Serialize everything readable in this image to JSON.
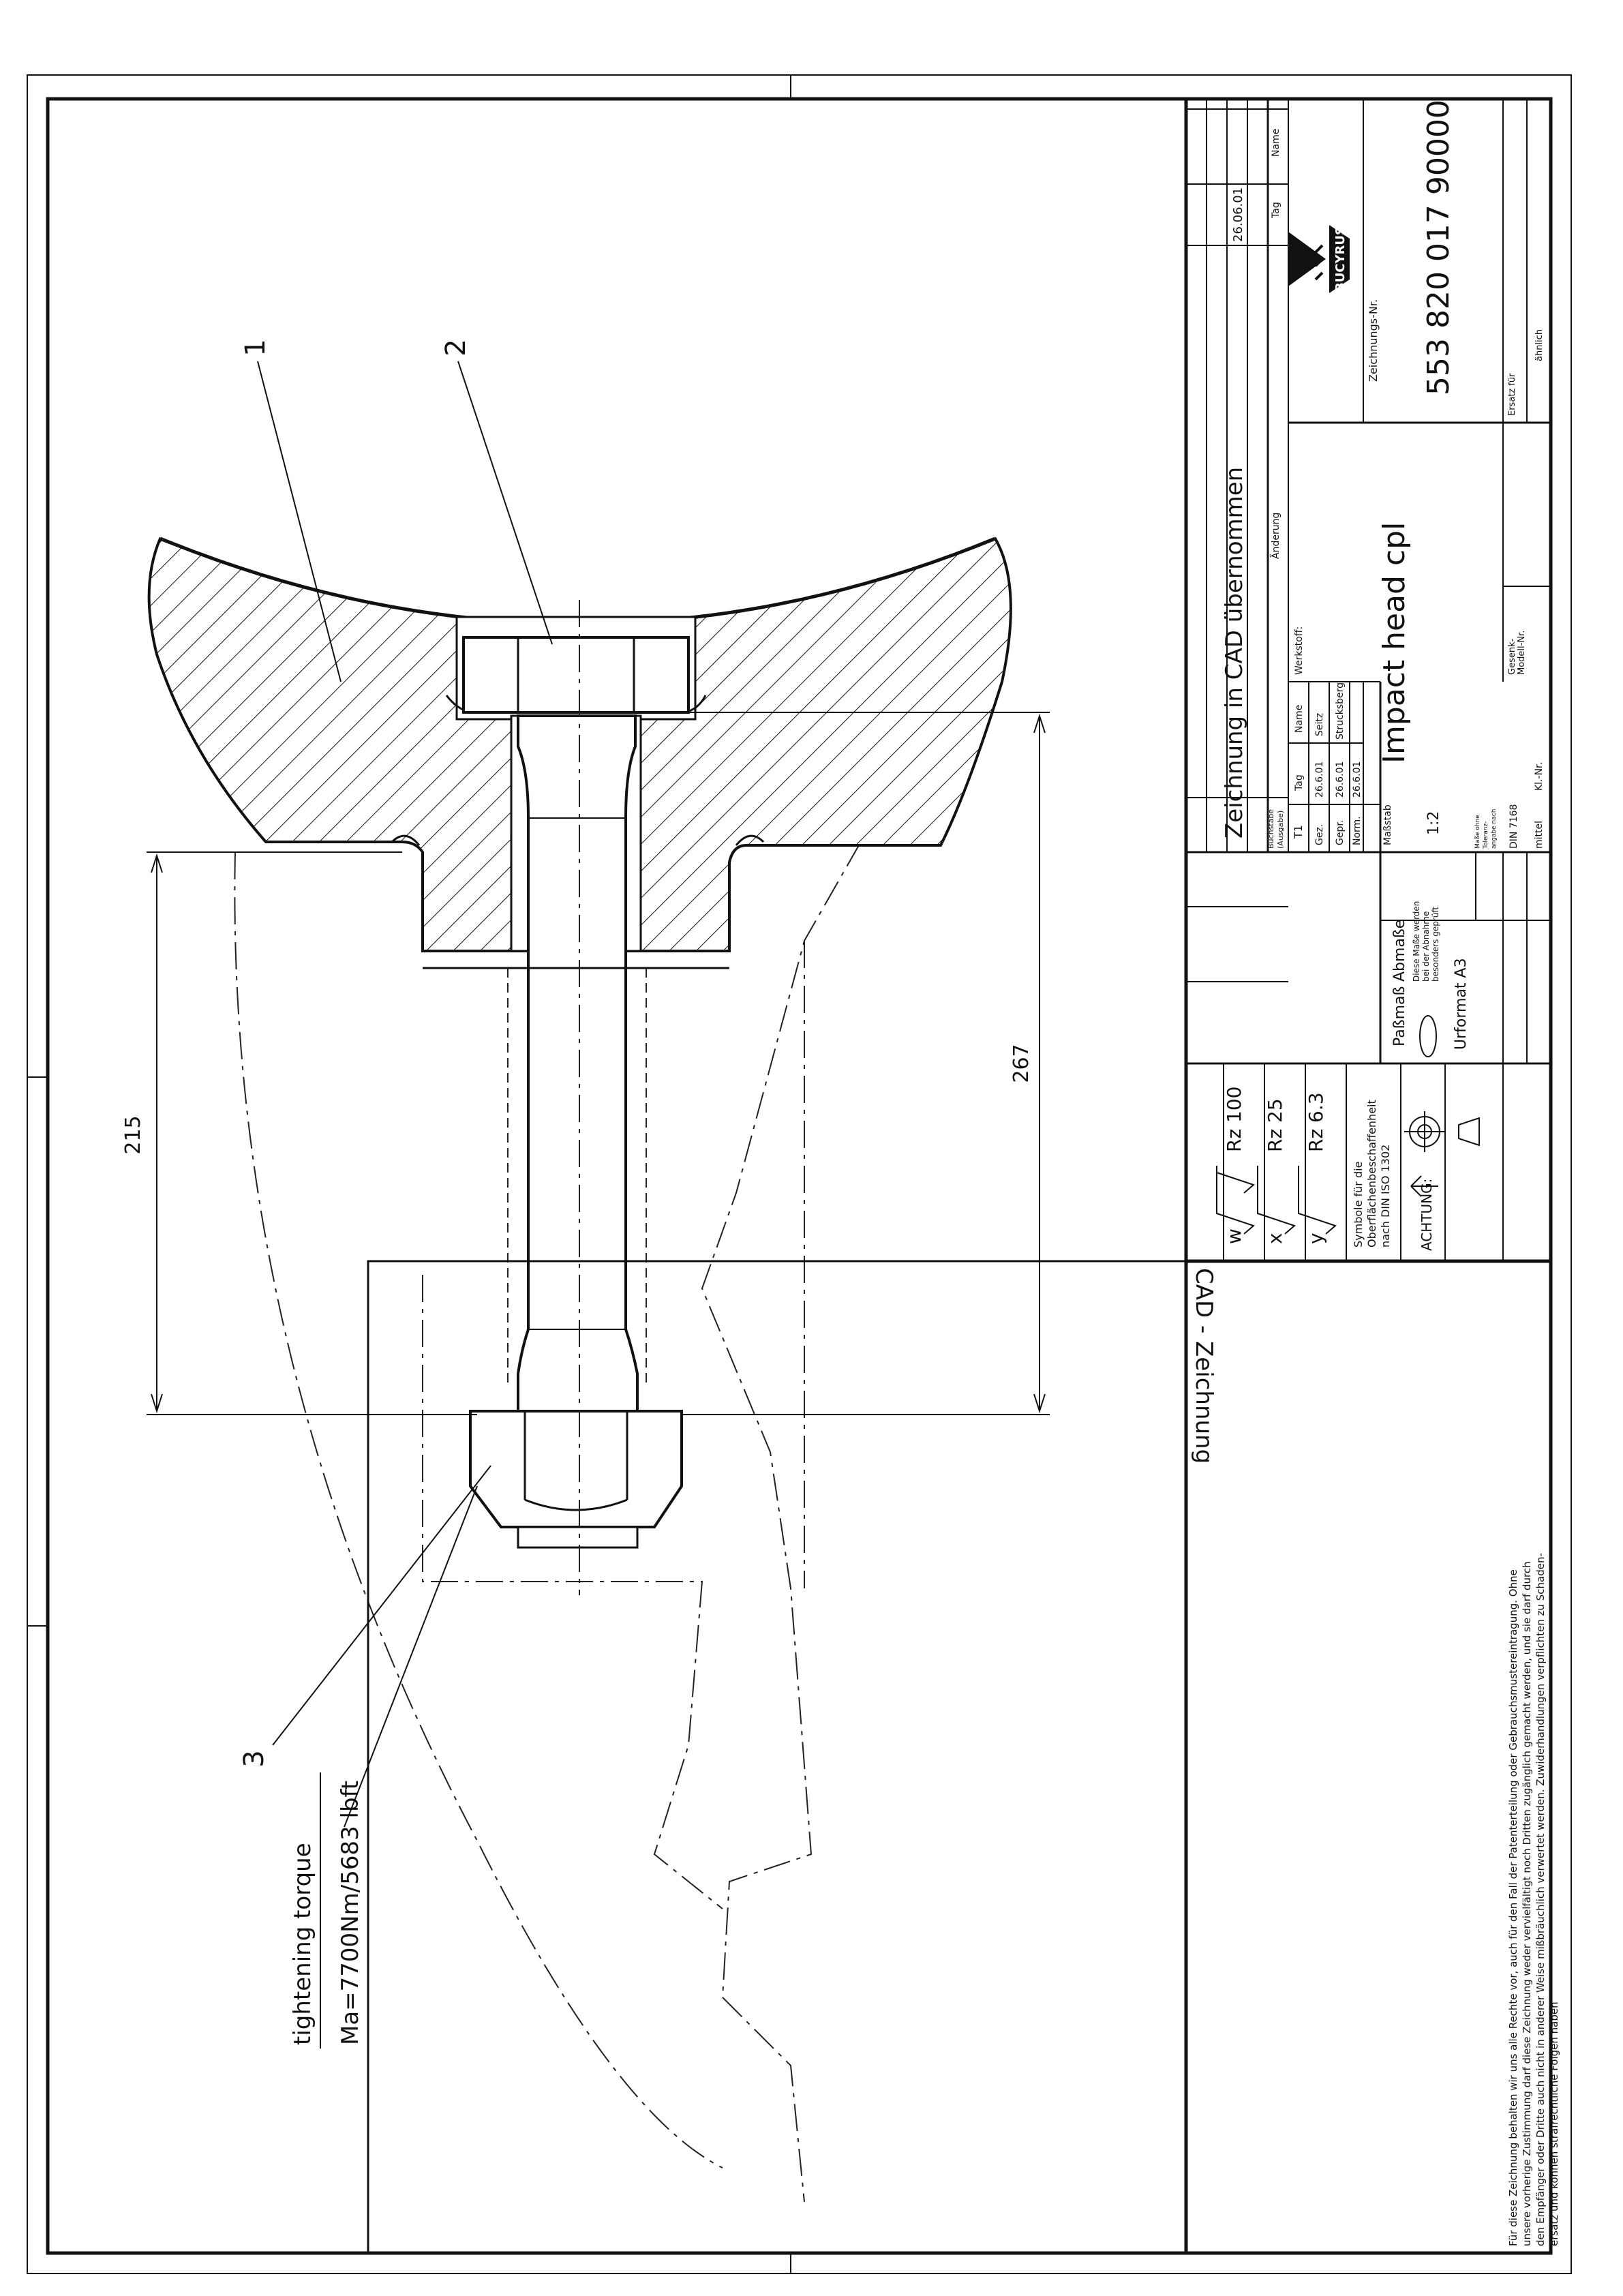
{
  "balloons": [
    "1",
    "2",
    "3"
  ],
  "dimensions": {
    "d215": "215",
    "d267": "267"
  },
  "torque": {
    "title": "tightening torque",
    "value": "Ma=7700Nm/5683 lbft"
  },
  "disclaimer": [
    "Für diese Zeichnung behalten wir uns alle Rechte vor, auch für den Fall der Patenterteilung oder Gebrauchsmustereintragung. Ohne",
    "unsere vorherige Zustimmung darf diese Zeichnung weder vervielfältigt noch Dritten zugänglich gemacht werden, und sie darf durch",
    "den Empfänger oder Dritte auch nicht in anderer Weise mißbräuchlich verwertet werden. Zuwiderhandlungen verpflichten zu Schaden-",
    "ersatz und können strafrechtliche Folgen haben"
  ],
  "cad_label": "CAD - Zeichnung",
  "surface": {
    "rows": [
      {
        "letter": "w",
        "value": "Rz 100"
      },
      {
        "letter": "x",
        "value": "Rz 25"
      },
      {
        "letter": "y",
        "value": "Rz 6.3"
      }
    ],
    "caption": [
      "Symbole für die",
      "Oberflächenbeschaffenheit",
      "nach DIN ISO 1302"
    ],
    "warning": "ACHTUNG:"
  },
  "fits": {
    "passmass": "Paßmaß",
    "abmasse": "Abmaße",
    "note": [
      "Diese Maße werden",
      "bei der Abnahme",
      "besonders geprüft"
    ],
    "format": "Urformat A3"
  },
  "revision": {
    "text": "Zeichnung in CAD übernommen",
    "date": "26.06.01",
    "letter_header": [
      "Buchstabe",
      "(Ausgabe)"
    ],
    "change_header": "Änderung",
    "date_header": "Tag",
    "name_header": "Name"
  },
  "signoff": {
    "header": [
      "T1",
      "Tag",
      "Name",
      "Werkstoff:"
    ],
    "rows": [
      {
        "role": "Gez.",
        "date": "26.6.01",
        "name": "Seitz"
      },
      {
        "role": "Gepr.",
        "date": "26.6.01",
        "name": "Strucksberg"
      },
      {
        "role": "Norm.",
        "date": "26.6.01",
        "name": ""
      }
    ]
  },
  "scale": {
    "label": "Maßstab",
    "value": "1:2",
    "tolerance_note": [
      "Maße ohne",
      "Toleranz-",
      "angabe nach"
    ],
    "din": "DIN 7168",
    "din_class": "mittel",
    "kl_label": "Kl.-Nr."
  },
  "title": {
    "name": "Impact head cpl",
    "drawing_no_label": "Zeichnungs-Nr.",
    "drawing_no": "553 820 017 90000",
    "gesenk": [
      "Gesenk-",
      "Modell-Nr."
    ],
    "ersatz": [
      "Ersatz für",
      "ähnlich"
    ]
  },
  "company": {
    "logo_text": "BUCYRUS"
  }
}
